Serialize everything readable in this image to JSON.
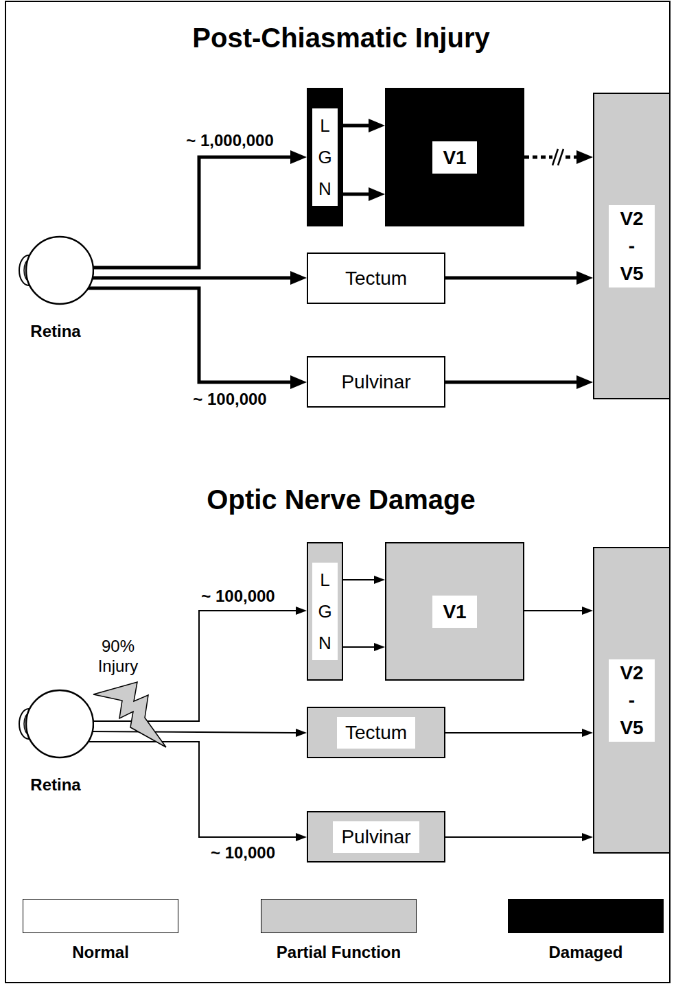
{
  "diagram": {
    "title": "Post-Chiasmatic Injury",
    "nodes": [
      {
        "text": [
          "Retina"
        ]
      },
      {
        "text": [
          "L G N"
        ]
      },
      {
        "text": [
          "V1"
        ]
      },
      {
        "text": [
          "Tectum"
        ]
      },
      {
        "text": [
          "Pulvinar"
        ]
      },
      {
        "text": [
          "V2 - V5"
        ]
      },
      {
        "text": [
          "Retina"
        ]
      },
      {
        "text": [
          "L G N"
        ]
      },
      {
        "text": [
          "V1"
        ]
      },
      {
        "text": [
          "Tectum"
        ]
      },
      {
        "text": [
          "Pulvinar"
        ]
      },
      {
        "text": [
          "V2 - V5"
        ]
      }
    ],
    "edges": [
      {
        "from": 0,
        "to": 1,
        "arrow": "to",
        "label": "~ 1,000,000"
      },
      {
        "from": 0,
        "to": 3,
        "arrow": "to"
      },
      {
        "from": 0,
        "to": 4,
        "arrow": "to",
        "label": "~ 100,000"
      },
      {
        "from": 1,
        "to": 2,
        "arrow": "to"
      },
      {
        "from": 1,
        "to": 2,
        "arrow": "to"
      },
      {
        "from": 2,
        "to": 5,
        "arrow": "to"
      },
      {
        "from": 3,
        "to": 5,
        "arrow": "to"
      },
      {
        "from": 4,
        "to": 5,
        "arrow": "to"
      },
      {
        "from": 6,
        "to": 7,
        "arrow": "to",
        "label": "~ 100,000"
      },
      {
        "from": 6,
        "to": 9,
        "arrow": "to"
      },
      {
        "from": 6,
        "to": 10,
        "arrow": "to",
        "label": "~ 10,000"
      },
      {
        "from": 7,
        "to": 8,
        "arrow": "to"
      },
      {
        "from": 7,
        "to": 8,
        "arrow": "to"
      },
      {
        "from": 8,
        "to": 11,
        "arrow": "to"
      },
      {
        "from": 9,
        "to": 11,
        "arrow": "to"
      },
      {
        "from": 10,
        "to": 11,
        "arrow": "to"
      }
    ],
    "labels": [
      "Optic Nerve Damage",
      "90% Injury"
    ],
    "legend": [
      {
        "text": "Normal",
        "color": "#ffffff"
      },
      {
        "text": "Partial Function",
        "color": "#cccccc"
      },
      {
        "text": "Damaged",
        "color": "#000000"
      }
    ]
  }
}
